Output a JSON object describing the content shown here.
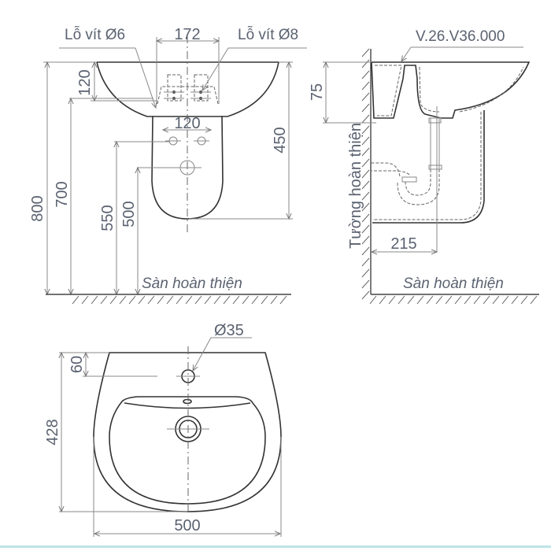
{
  "drawing": {
    "type": "technical-drawing",
    "subject": "wall-hung washbasin with semi-pedestal",
    "front_view": {
      "labels": {
        "screw_hole_left": "Lỗ vít Ø6",
        "screw_hole_right": "Lỗ vít Ø8",
        "floor": "Sàn hoàn thiện"
      },
      "dimensions": {
        "top_width": "172",
        "bracket_height": "120",
        "hole_spacing": "120",
        "total_height": "800",
        "mount_height": "700",
        "height_550": "550",
        "height_500": "500",
        "pedestal_height": "450"
      }
    },
    "side_view": {
      "labels": {
        "part_code": "V.26.V36.000",
        "wall": "Tường hoàn thiện",
        "floor": "Sàn hoàn thiện"
      },
      "dimensions": {
        "bowl_depth": "75",
        "wall_offset": "215"
      }
    },
    "top_view": {
      "dimensions": {
        "tap_hole": "Ø35",
        "tap_offset": "60",
        "depth": "428",
        "width": "500"
      }
    }
  },
  "colors": {
    "text": "#5a6270",
    "line": "#333333",
    "bottom_rule": "#bfe3e6"
  }
}
